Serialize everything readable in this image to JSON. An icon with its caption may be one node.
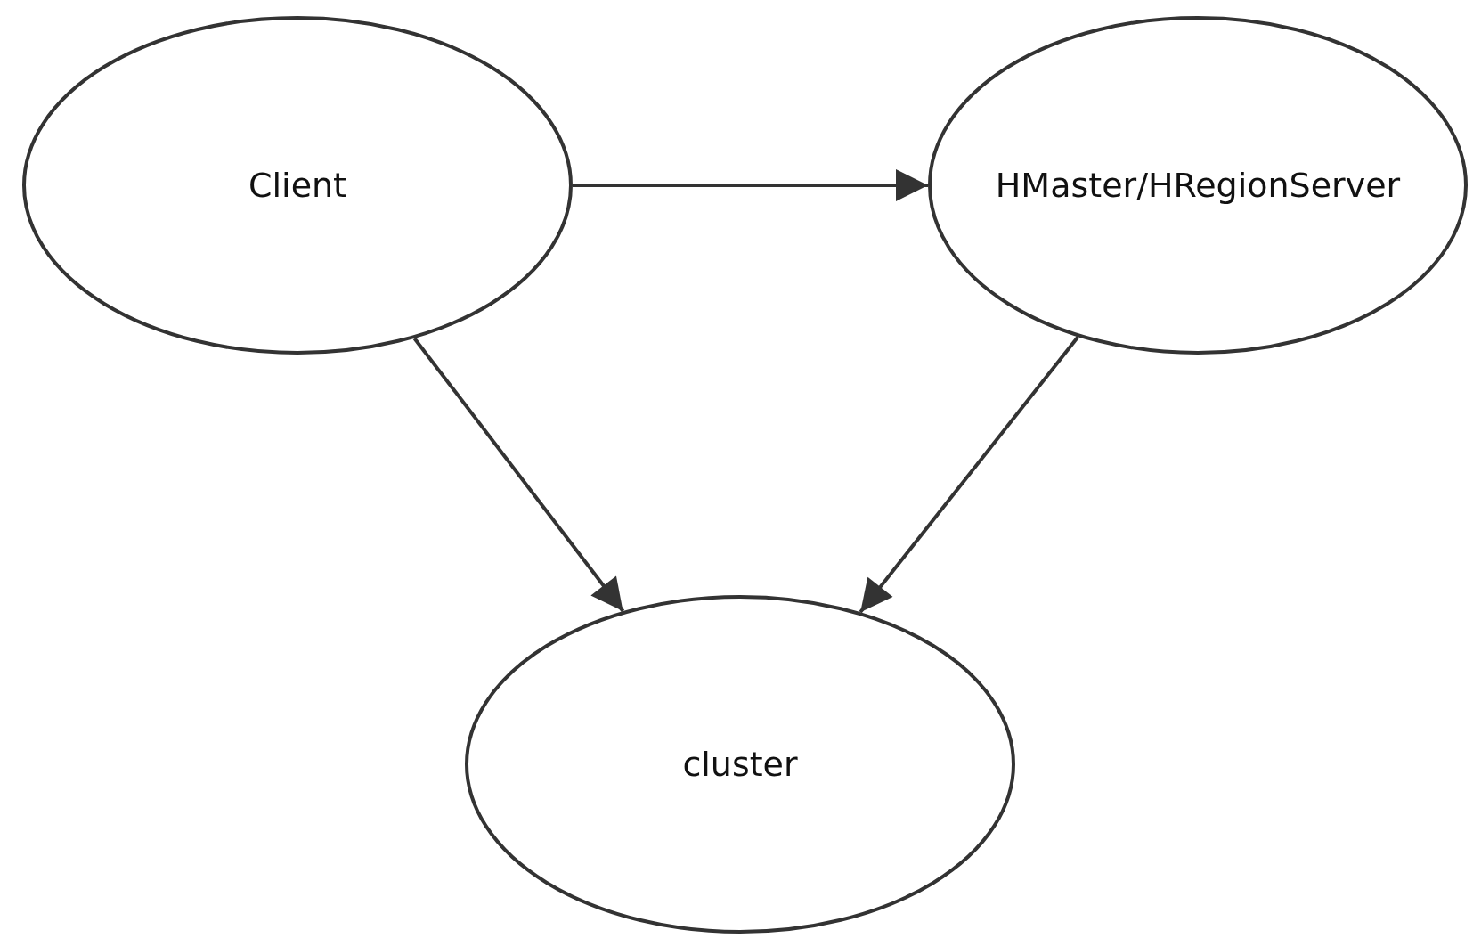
{
  "diagram": {
    "nodes": [
      {
        "text": [
          "Client"
        ]
      },
      {
        "text": [
          "HMaster/HRegionServer"
        ]
      },
      {
        "text": [
          "cluster"
        ]
      }
    ],
    "edges": [
      {
        "from": 0,
        "to": 1,
        "arrow": "to"
      },
      {
        "from": 0,
        "to": 2,
        "arrow": "to"
      },
      {
        "from": 1,
        "to": 2,
        "arrow": "to"
      }
    ]
  }
}
